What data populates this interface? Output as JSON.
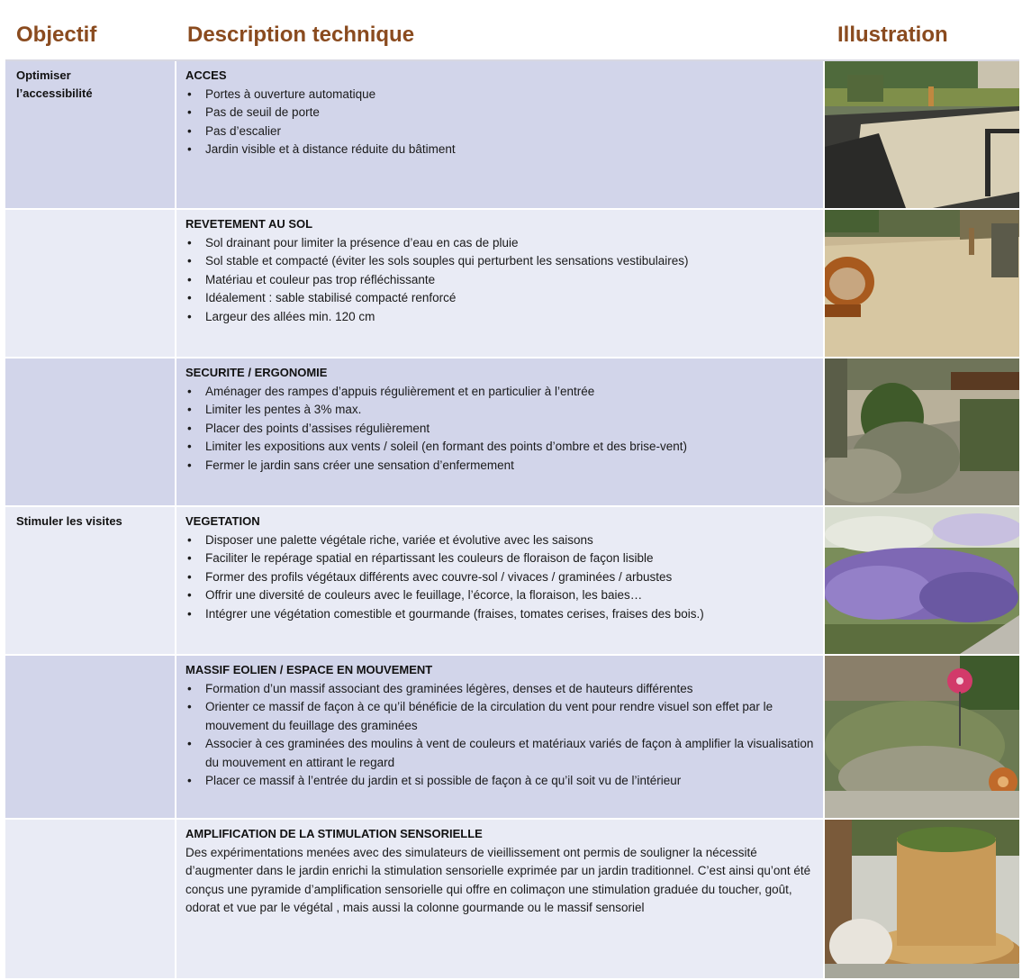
{
  "headers": {
    "col1": "Objectif",
    "col2": "Description technique",
    "col3": "Illustration"
  },
  "rows": [
    {
      "objective": "Optimiser\nl’accessibilité",
      "title": "ACCES",
      "bullets": [
        "Portes à ouverture automatique",
        "Pas de seuil de porte",
        "Pas d’escalier",
        "Jardin visible et à distance réduite du bâtiment"
      ],
      "photo": "garden-path-photo"
    },
    {
      "objective": "",
      "title": "REVETEMENT  AU SOL",
      "bullets": [
        "Sol drainant pour limiter la présence d’eau en cas de pluie",
        "Sol stable et compacté (éviter les sols souples qui perturbent les sensations vestibulaires)",
        "Matériau et couleur pas trop réfléchissante",
        "Idéalement : sable stabilisé compacté renforcé",
        "Largeur des allées min. 120 cm"
      ],
      "photo": "sand-path-bench-photo"
    },
    {
      "objective": "",
      "title": "SECURITE / ERGONOMIE",
      "bullets": [
        "Aménager des rampes d’appuis régulièrement et en particulier à l’entrée",
        "Limiter les pentes à 3% max.",
        "Placer des points d’assises régulièrement",
        "Limiter les expositions aux vents / soleil (en formant des points d’ombre et des brise-vent)",
        "Fermer le jardin sans créer une sensation d’enfermement"
      ],
      "photo": "plants-handrail-photo"
    },
    {
      "objective": "Stimuler les visites",
      "title": "VEGETATION",
      "bullets": [
        "Disposer une palette végétale riche, variée et évolutive avec les saisons",
        "Faciliter le repérage spatial en répartissant les couleurs de floraison de façon lisible",
        "Former des profils végétaux différents avec couvre-sol / vivaces / graminées / arbustes",
        "Offrir une diversité de couleurs avec le feuillage, l’écorce, la floraison, les baies…",
        "Intégrer une végétation comestible et gourmande (fraises,  tomates cerises, fraises des bois.)"
      ],
      "photo": "lavender-flowers-photo"
    },
    {
      "objective": "",
      "title": "MASSIF EOLIEN / ESPACE EN MOUVEMENT",
      "bullets": [
        "Formation d’un massif associant des graminées légères, denses et de hauteurs différentes",
        "Orienter ce massif de façon à ce qu’il bénéficie de la circulation du vent pour rendre visuel son effet  par le mouvement du feuillage des graminées",
        "Associer à ces graminées des moulins à vent de couleurs et matériaux variés de façon à amplifier la visualisation du mouvement en attirant le regard",
        "Placer ce massif à l’entrée du jardin et si possible de façon à ce qu’il soit vu de l’intérieur"
      ],
      "photo": "grasses-windmills-photo"
    },
    {
      "objective": "",
      "title": "AMPLIFICATION DE LA STIMULATION SENSORIELLE",
      "paragraph": "Des expérimentations menées avec des simulateurs de vieillissement ont permis de souligner la nécessité d’augmenter dans le jardin enrichi la stimulation sensorielle exprimée par un jardin traditionnel. C’est ainsi qu’ont été conçus une pyramide d’amplification sensorielle qui offre en colimaçon une stimulation graduée du toucher, goût, odorat et vue par le végétal , mais aussi la colonne gourmande ou le massif sensoriel",
      "photo": "spiral-wooden-planter-photo"
    }
  ]
}
